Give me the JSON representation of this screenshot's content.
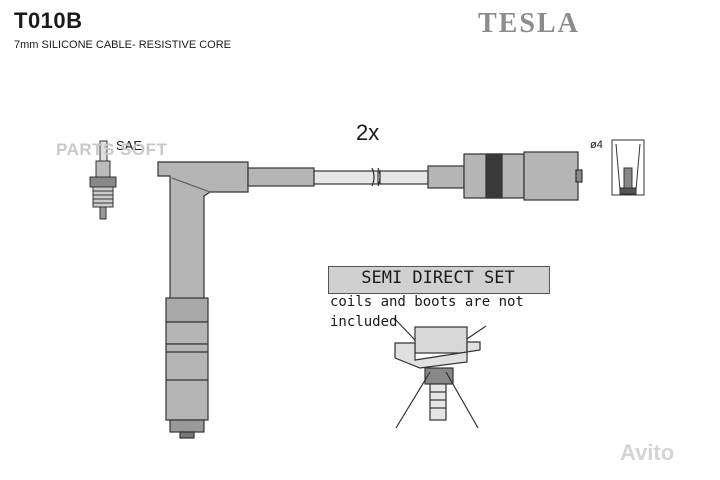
{
  "header": {
    "part_number": "T010B",
    "subtitle": "7mm SILICONE CABLE- RESISTIVE CORE",
    "brand": "TESLA"
  },
  "diagram": {
    "quantity_label": "2x",
    "spark_plug_label": "SAE",
    "diameter_label": "ø4"
  },
  "note": {
    "title": "SEMI DIRECT SET",
    "line2": "coils and boots are not",
    "line3": "included"
  },
  "watermarks": {
    "left": "PARTS SOFT",
    "right": "Avito"
  },
  "colors": {
    "part_fill": "#b5b5b5",
    "part_dark": "#3a3a3a",
    "outline": "#333333",
    "note_fill": "#d0d0d0",
    "brand": "#8c8c8c"
  }
}
